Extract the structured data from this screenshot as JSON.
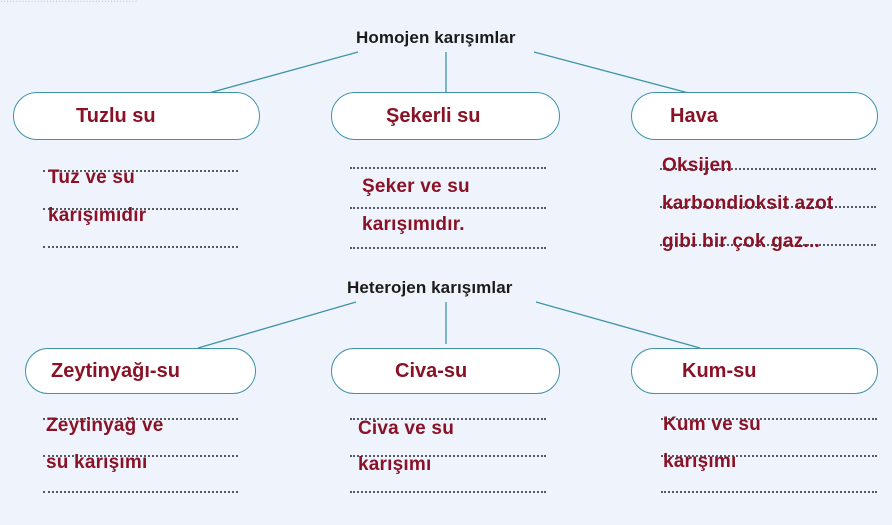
{
  "page": {
    "background_color": "#eff4fc",
    "accent_color": "#3f93a8",
    "answer_color": "#8a1226",
    "title_color": "#1b1b1b",
    "clipped_top_text": "............................................."
  },
  "sections": [
    {
      "id": "homojen",
      "title": "Homojen karışımlar",
      "nodes": [
        {
          "id": "tuzlu-su",
          "label": "Tuzlu su"
        },
        {
          "id": "sekerli-su",
          "label": "Şekerli su"
        },
        {
          "id": "hava",
          "label": "Hava"
        }
      ],
      "answers": [
        {
          "for": "tuzlu-su",
          "lines": [
            "Tuz ve su",
            "karışımıdır",
            ""
          ]
        },
        {
          "for": "sekerli-su",
          "lines": [
            "",
            "Şeker ve su",
            "karışımıdır."
          ]
        },
        {
          "for": "hava",
          "lines": [
            "Oksijen",
            "karbondioksit azot",
            "gibi bir çok gaz..."
          ]
        }
      ]
    },
    {
      "id": "heterojen",
      "title": "Heterojen karışımlar",
      "nodes": [
        {
          "id": "zeytinyagi-su",
          "label": "Zeytinyağı-su"
        },
        {
          "id": "civa-su",
          "label": "Civa-su"
        },
        {
          "id": "kum-su",
          "label": "Kum-su"
        }
      ],
      "answers": [
        {
          "for": "zeytinyagi-su",
          "lines": [
            "Zeytinyağ ve",
            "su karışımı",
            ""
          ]
        },
        {
          "for": "civa-su",
          "lines": [
            "Civa ve su",
            "karışımı",
            ""
          ]
        },
        {
          "for": "kum-su",
          "lines": [
            "Kum ve su",
            "karışımı",
            ""
          ]
        }
      ]
    }
  ]
}
